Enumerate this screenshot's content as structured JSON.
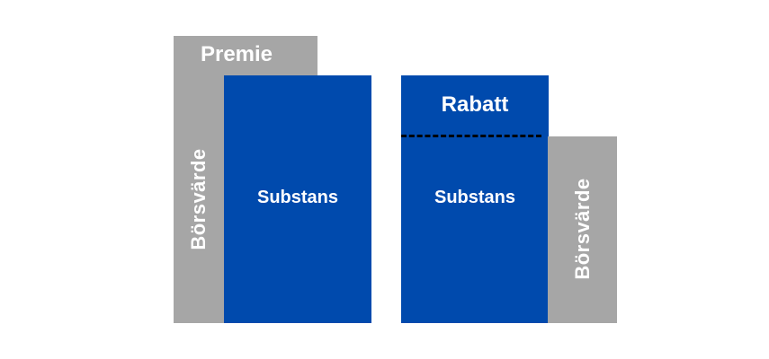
{
  "left": {
    "premium_label": "Premie",
    "market_value_label": "Börsvärde",
    "substance_label": "Substans"
  },
  "right": {
    "discount_label": "Rabatt",
    "substance_label": "Substans",
    "market_value_label": "Börsvärde"
  },
  "colors": {
    "market_value": "#a6a6a6",
    "substance": "#004aad",
    "text": "#ffffff",
    "discount_line": "#000000"
  }
}
